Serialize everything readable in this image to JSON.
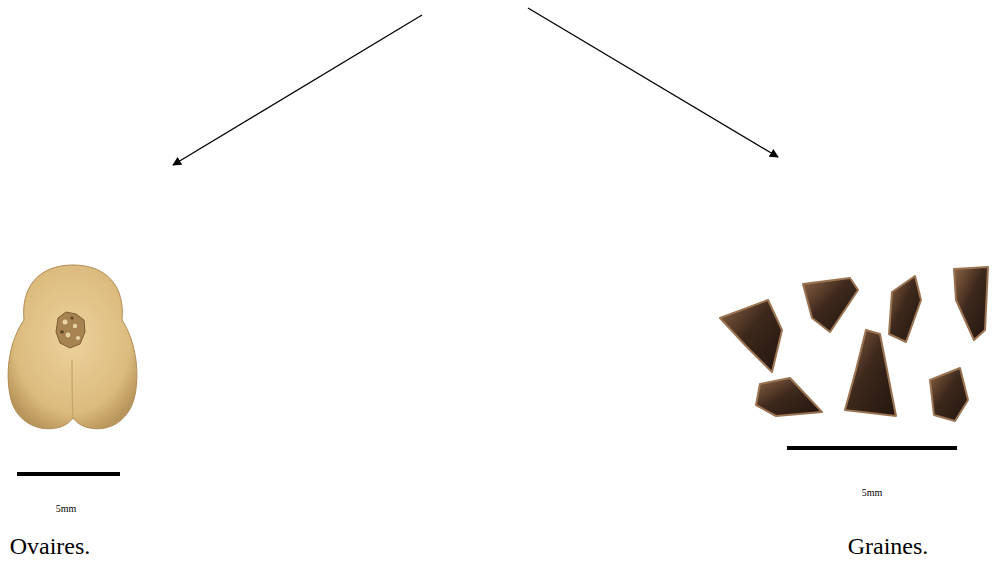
{
  "diagram": {
    "labels": [
      "5mm",
      "5mm",
      "Ovaires.",
      "Graines."
    ]
  }
}
